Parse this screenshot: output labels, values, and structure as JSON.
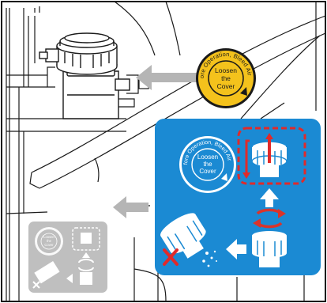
{
  "yellow_label": {
    "ring_text": "Before Operation, Bleed Air Out",
    "center_line1": "Loosen",
    "center_line2": "the",
    "center_line3": "Cover"
  },
  "blue_panel_label": {
    "ring_text": "Before Operation, Bleed Air Out",
    "center_line1": "Loosen",
    "center_line2": "the",
    "center_line3": "Cover"
  },
  "gray_panel_label": {
    "center_line1": "Loosen",
    "center_line2": "the",
    "center_line3": "Cover"
  },
  "colors": {
    "background": "#ffffff",
    "line": "#1a1a1a",
    "label_yellow": "#f4c21c",
    "panel_blue": "#1b8ad3",
    "arrow_gray": "#b5b5b5",
    "warning_red": "#e02a2a",
    "rotate_red": "#d9342b"
  },
  "icons": [
    "pointer-arrow",
    "bleed-cover-icon",
    "rotate-arrows-icon",
    "up-arrow-icon",
    "left-arrow-icon",
    "tilted-cover-icon",
    "prohibited-x-icon"
  ]
}
